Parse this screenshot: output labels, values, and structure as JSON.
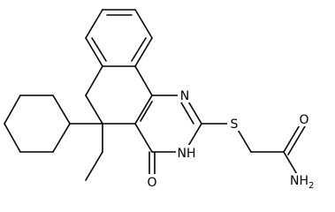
{
  "molecule": {
    "atoms": {
      "n1": "N",
      "n3h": "NH",
      "s": "S",
      "o_ring": "O",
      "o_amide": "O",
      "nh2": "NH",
      "nh2_subscript": "2"
    }
  },
  "colors": {
    "bond": "#000000",
    "label": "#000000",
    "background": "#ffffff"
  }
}
